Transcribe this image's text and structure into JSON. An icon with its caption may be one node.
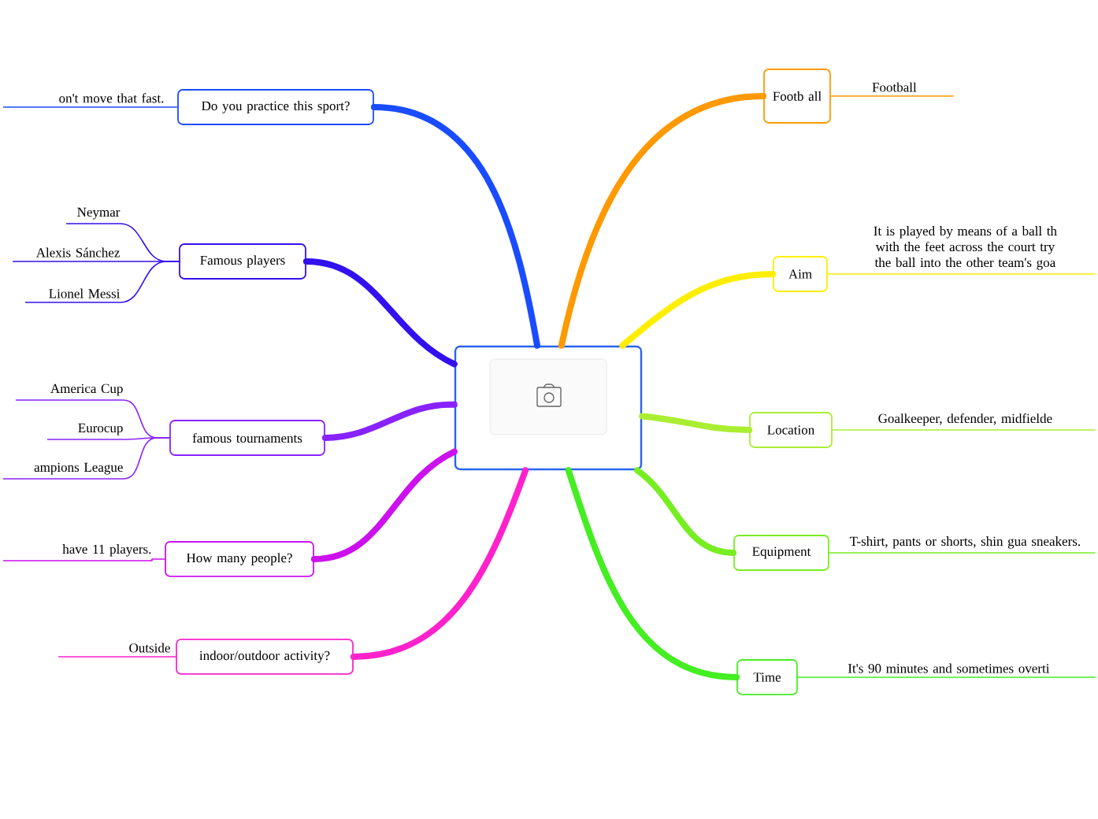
{
  "diagram": {
    "nodes": [
      {
        "text": [],
        "shape": "box"
      },
      {
        "text": [
          "Do you practice this sport?"
        ]
      },
      {
        "text": [
          "on't move that fast."
        ]
      },
      {
        "text": [
          "Famous players"
        ]
      },
      {
        "text": [
          "Neymar"
        ]
      },
      {
        "text": [
          "Alexis Sánchez"
        ]
      },
      {
        "text": [
          "Lionel Messi"
        ]
      },
      {
        "text": [
          "famous tournaments"
        ]
      },
      {
        "text": [
          "America Cup"
        ]
      },
      {
        "text": [
          "Eurocup"
        ]
      },
      {
        "text": [
          "ampions League"
        ]
      },
      {
        "text": [
          "How many people?"
        ]
      },
      {
        "text": [
          "have 11 players."
        ]
      },
      {
        "text": [
          "indoor/outdoor activity?"
        ]
      },
      {
        "text": [
          "Outside"
        ]
      },
      {
        "text": [
          "Footb all"
        ]
      },
      {
        "text": [
          "Football"
        ]
      },
      {
        "text": [
          "Aim"
        ]
      },
      {
        "text": [
          "It is played by means of a ball th with the feet across the court try the ball into the other team's goa"
        ]
      },
      {
        "text": [
          "Location"
        ]
      },
      {
        "text": [
          "Goalkeeper, defender, midfielde"
        ]
      },
      {
        "text": [
          "Equipment"
        ]
      },
      {
        "text": [
          "T-shirt, pants or shorts, shin gua sneakers."
        ]
      },
      {
        "text": [
          "Time"
        ]
      },
      {
        "text": [
          "It's 90 minutes and sometimes overti"
        ]
      }
    ],
    "edges": [
      {
        "from": 0,
        "to": 1,
        "arrow": "none",
        "style": "thick",
        "color": "#1a4cff"
      },
      {
        "from": 1,
        "to": 2,
        "arrow": "none",
        "color": "#1a4cff"
      },
      {
        "from": 0,
        "to": 3,
        "arrow": "none",
        "style": "thick",
        "color": "#3311ee"
      },
      {
        "from": 3,
        "to": 4,
        "arrow": "none",
        "color": "#3311ee"
      },
      {
        "from": 3,
        "to": 5,
        "arrow": "none",
        "color": "#3311ee"
      },
      {
        "from": 3,
        "to": 6,
        "arrow": "none",
        "color": "#3311ee"
      },
      {
        "from": 0,
        "to": 7,
        "arrow": "none",
        "style": "thick",
        "color": "#8822ff"
      },
      {
        "from": 7,
        "to": 8,
        "arrow": "none",
        "color": "#8822ff"
      },
      {
        "from": 7,
        "to": 9,
        "arrow": "none",
        "color": "#8822ff"
      },
      {
        "from": 7,
        "to": 10,
        "arrow": "none",
        "color": "#8822ff"
      },
      {
        "from": 0,
        "to": 11,
        "arrow": "none",
        "style": "thick",
        "color": "#cc11ee"
      },
      {
        "from": 11,
        "to": 12,
        "arrow": "none",
        "color": "#cc11ee"
      },
      {
        "from": 0,
        "to": 13,
        "arrow": "none",
        "style": "thick",
        "color": "#ff22cc"
      },
      {
        "from": 13,
        "to": 14,
        "arrow": "none",
        "color": "#ff22cc"
      },
      {
        "from": 0,
        "to": 15,
        "arrow": "none",
        "style": "thick",
        "color": "#ff9900"
      },
      {
        "from": 15,
        "to": 16,
        "arrow": "none",
        "color": "#ff9900"
      },
      {
        "from": 0,
        "to": 17,
        "arrow": "none",
        "style": "thick",
        "color": "#ffee00"
      },
      {
        "from": 17,
        "to": 18,
        "arrow": "none",
        "color": "#ffee00"
      },
      {
        "from": 0,
        "to": 19,
        "arrow": "none",
        "style": "thick",
        "color": "#aaee33"
      },
      {
        "from": 19,
        "to": 20,
        "arrow": "none",
        "color": "#aaee33"
      },
      {
        "from": 0,
        "to": 21,
        "arrow": "none",
        "style": "thick",
        "color": "#77ee22"
      },
      {
        "from": 21,
        "to": 22,
        "arrow": "none",
        "color": "#77ee22"
      },
      {
        "from": 0,
        "to": 23,
        "arrow": "none",
        "style": "thick",
        "color": "#44ee22"
      },
      {
        "from": 23,
        "to": 24,
        "arrow": "none",
        "color": "#44ee22"
      }
    ]
  }
}
